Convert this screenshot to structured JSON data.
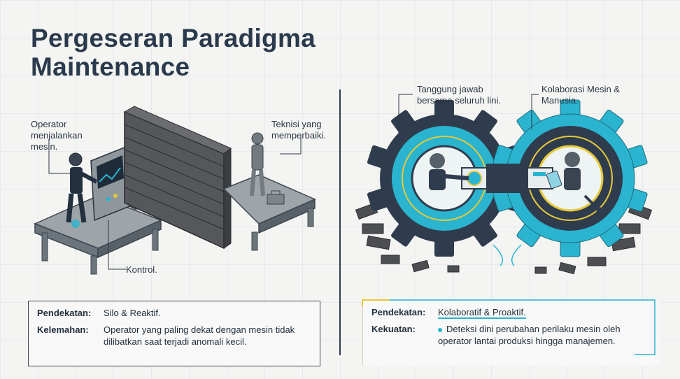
{
  "title": "Pergeseran Paradigma Maintenance",
  "left_panel": {
    "labels": {
      "operator": "Operator menjalankan mesin.",
      "technician": "Teknisi yang memperbaiki.",
      "control": "Kontrol."
    },
    "info": {
      "approach_key": "Pendekatan:",
      "approach_value": "Silo & Reaktif.",
      "weakness_key": "Kelemahan:",
      "weakness_value": "Operator yang paling dekat dengan mesin tidak dilibatkan saat terjadi anomali kecil."
    }
  },
  "right_panel": {
    "labels": {
      "shared_responsibility": "Tanggung jawab bersama seluruh lini.",
      "collaboration": "Kolaborasi Mesin & Manusia."
    },
    "info": {
      "approach_key": "Pendekatan:",
      "approach_value": "Kolaboratif & Proaktif.",
      "strength_key": "Kekuatan:",
      "strength_value": "Deteksi dini perubahan perilaku mesin oleh operator lantai produksi hingga manajemen."
    }
  },
  "colors": {
    "dark": "#2a3a4c",
    "accent": "#2ab4cf",
    "yellow": "#e6c93a",
    "brick": "#4d4e52"
  },
  "icons": [
    "operator-icon",
    "control-panel-icon",
    "brick-wall-icon",
    "technician-icon",
    "toolbox-icon",
    "gear-icon",
    "worker-icon",
    "tablet-icon",
    "wrench-icon"
  ]
}
